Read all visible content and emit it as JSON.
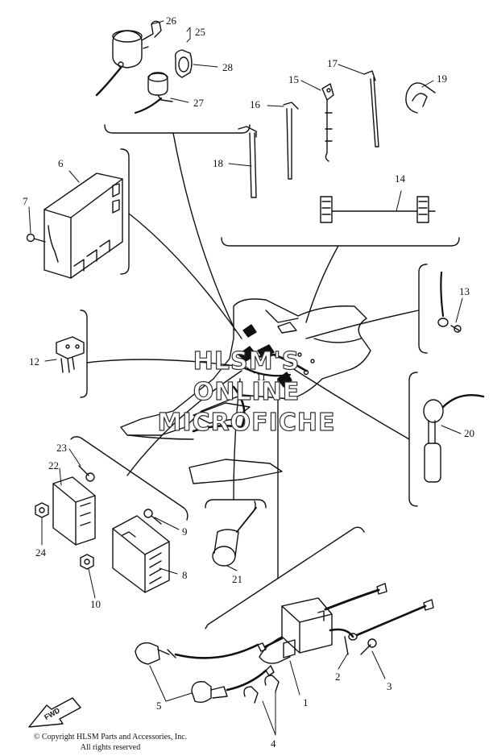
{
  "callouts": [
    "1",
    "2",
    "3",
    "4",
    "5",
    "6",
    "7",
    "8",
    "9",
    "10",
    "11",
    "12",
    "13",
    "14",
    "15",
    "16",
    "17",
    "18",
    "19",
    "20",
    "21",
    "22",
    "23",
    "24",
    "25",
    "26",
    "27",
    "28"
  ],
  "watermark": {
    "line1": "HLSM'S",
    "line2": "ONLINE",
    "line3": "MICROFICHE"
  },
  "fwd_label": "FWD",
  "copyright": {
    "line1": "© Copyright HLSM Parts and Accessories, Inc.",
    "line2": "All rights reserved"
  },
  "colors": {
    "ink": "#111111",
    "background": "#ffffff"
  }
}
